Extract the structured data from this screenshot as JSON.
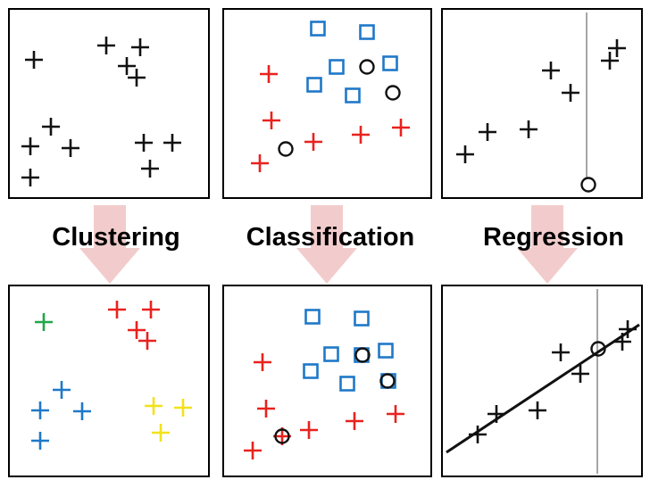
{
  "labels": {
    "clustering": "Clustering",
    "classification": "Classification",
    "regression": "Regression"
  },
  "colors": {
    "black": "#111111",
    "red": "#e8221e",
    "blue": "#1f78c8",
    "green": "#22a64a",
    "yellow": "#f2e21a",
    "arrow": "#f2cccc",
    "frame": "#000000",
    "vline": "#888888"
  },
  "icons": {
    "plus": "plus-marker",
    "square": "square-marker",
    "circle": "circle-marker",
    "arrow": "down-arrow"
  }
}
